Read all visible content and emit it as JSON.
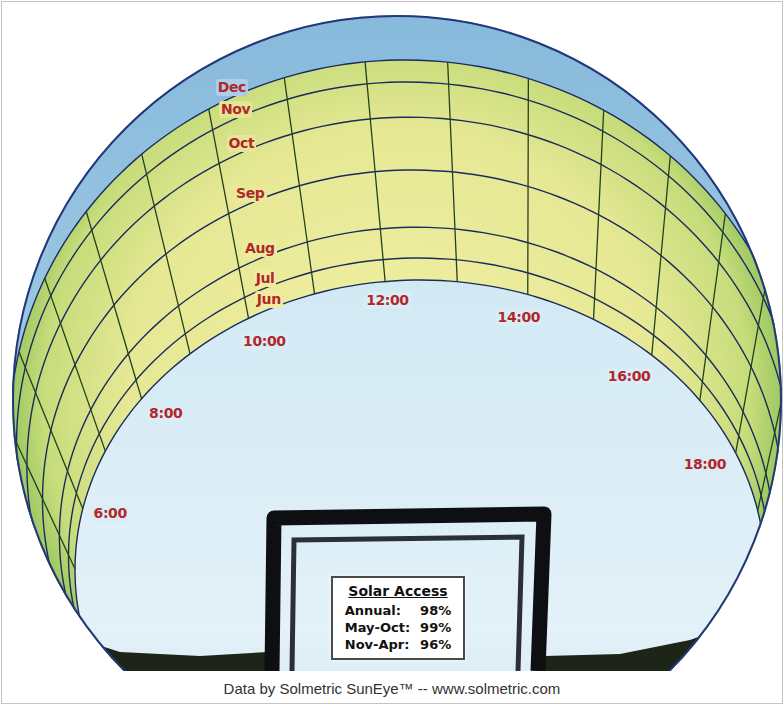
{
  "diagram": {
    "caption": "Data by Solmetric SunEye™ -- www.solmetric.com",
    "nodes": [
      {
        "text": [
          "Solar Access",
          "Annual:",
          "98%",
          "May-Oct:",
          "99%",
          "Nov-Apr:",
          "96%"
        ]
      }
    ],
    "labels": [
      "Dec",
      "Nov",
      "Oct",
      "Sep",
      "Aug",
      "Jul",
      "Jun",
      "12:00",
      "14:00",
      "10:00",
      "16:00",
      "8:00",
      "18:00",
      "6:00"
    ]
  }
}
